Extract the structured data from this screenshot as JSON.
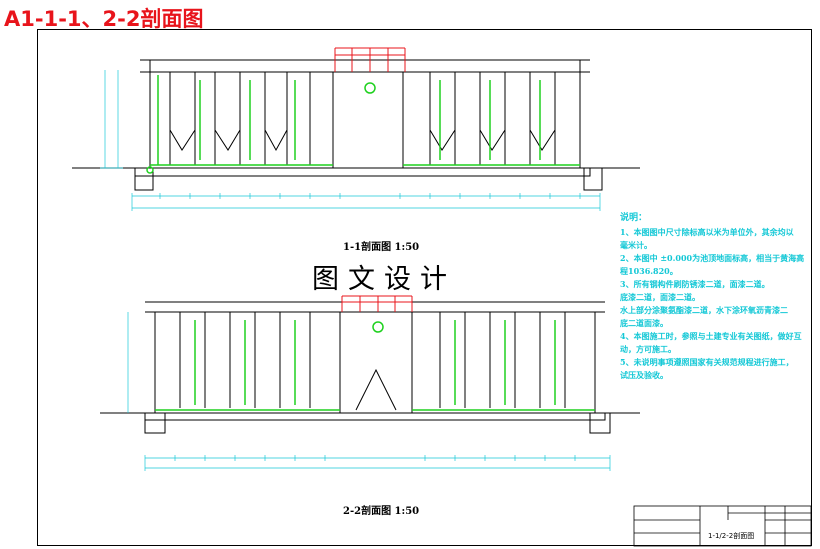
{
  "header": {
    "title": "A1-1-1、2-2剖面图"
  },
  "sections": {
    "upper_caption": "1-1剖面图 1:50",
    "lower_caption": "2-2剖面图 1:50"
  },
  "watermark": "图文设计",
  "notes": {
    "heading": "说明：",
    "lines": [
      "1、本图图中尺寸除标高以米为单位外，其余均以",
      "毫米计。",
      "2、本图中 ±0.000为池顶地面标高，相当于黄海高",
      "程1036.820。",
      "3、所有钢构件刷防锈漆二道，面漆二道。",
      "底漆二道，面漆二道。",
      "水上部分涂聚氨酯漆二道，水下涂环氧沥青漆二",
      "底二道面漆。",
      "4、本图施工时，参照与土建专业有关图纸，做好互",
      "动，方可施工。",
      "5、未说明事项遵照国家有关规范规程进行施工，",
      "试压及验收。"
    ]
  },
  "title_block": {
    "drawing_name": "1-1/2-2剖面图"
  },
  "colors": {
    "title": "#e8141b",
    "notes": "#14c8d6",
    "pipe_green": "#1fd11f",
    "dim_cyan": "#18c8d8",
    "rail_red": "#e8141b",
    "line": "#000000"
  }
}
